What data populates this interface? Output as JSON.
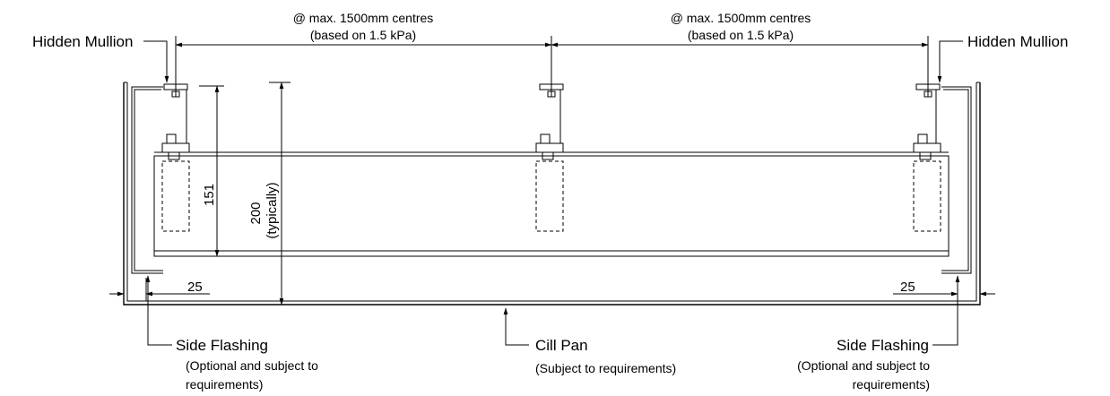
{
  "labels": {
    "hidden_mullion_left": "Hidden Mullion",
    "hidden_mullion_right": "Hidden Mullion",
    "spacing_left_line1": "@ max. 1500mm centres",
    "spacing_left_line2": "(based on 1.5 kPa)",
    "spacing_right_line1": "@ max. 1500mm centres",
    "spacing_right_line2": "(based on 1.5 kPa)",
    "dim_151": "151",
    "dim_200": "200",
    "dim_200_note": "(typically)",
    "dim_25_left": "25",
    "dim_25_right": "25",
    "side_flashing_left_title": "Side Flashing",
    "side_flashing_left_note1": "(Optional and subject to",
    "side_flashing_left_note2": "requirements)",
    "cill_pan_title": "Cill Pan",
    "cill_pan_note": "(Subject to requirements)",
    "side_flashing_right_title": "Side Flashing",
    "side_flashing_right_note1": "(Optional and subject to",
    "side_flashing_right_note2": "requirements)"
  },
  "colors": {
    "line": "#000000",
    "background": "#ffffff"
  }
}
